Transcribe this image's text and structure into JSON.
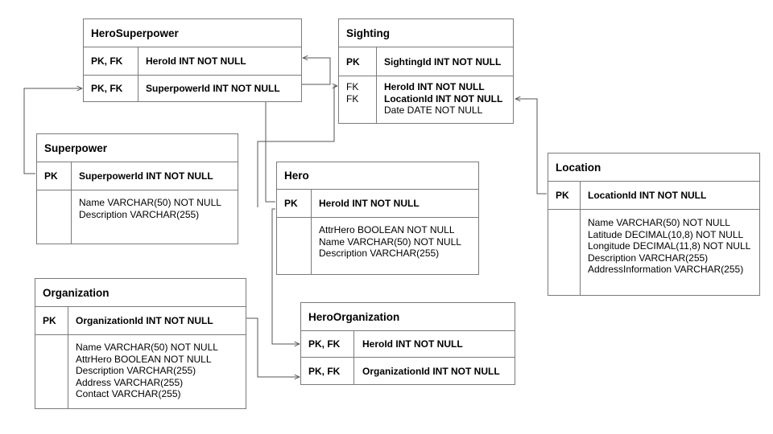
{
  "tables": {
    "hero_superpower": {
      "title": "HeroSuperpower",
      "rows": [
        {
          "key": "PK, FK",
          "field": "HeroId INT NOT NULL"
        },
        {
          "key": "PK, FK",
          "field": "SuperpowerId INT NOT NULL"
        }
      ]
    },
    "sighting": {
      "title": "Sighting",
      "pk_key": "PK",
      "pk_field": "SightingId INT NOT NULL",
      "fk_keys": [
        "FK",
        "FK"
      ],
      "fields": [
        "HeroId INT NOT NULL",
        "LocationId INT NOT NULL",
        "Date DATE NOT NULL"
      ]
    },
    "superpower": {
      "title": "Superpower",
      "pk_key": "PK",
      "pk_field": "SuperpowerId INT NOT NULL",
      "fields": [
        "Name VARCHAR(50) NOT NULL",
        "Description VARCHAR(255)"
      ]
    },
    "hero": {
      "title": "Hero",
      "pk_key": "PK",
      "pk_field": "HeroId INT NOT NULL",
      "fields": [
        "AttrHero BOOLEAN NOT NULL",
        "Name VARCHAR(50) NOT NULL",
        "Description VARCHAR(255)"
      ]
    },
    "location": {
      "title": "Location",
      "pk_key": "PK",
      "pk_field": "LocationId INT NOT NULL",
      "fields": [
        "Name VARCHAR(50) NOT NULL",
        "Latitude DECIMAL(10,8) NOT NULL",
        "Longitude DECIMAL(11,8) NOT NULL",
        "Description VARCHAR(255)",
        "AddressInformation VARCHAR(255)"
      ]
    },
    "organization": {
      "title": "Organization",
      "pk_key": "PK",
      "pk_field": "OrganizationId INT NOT NULL",
      "fields": [
        "Name VARCHAR(50) NOT NULL",
        "AttrHero BOOLEAN NOT NULL",
        "Description VARCHAR(255)",
        "Address VARCHAR(255)",
        "Contact VARCHAR(255)"
      ]
    },
    "hero_organization": {
      "title": "HeroOrganization",
      "rows": [
        {
          "key": "PK, FK",
          "field": "HeroId INT NOT NULL"
        },
        {
          "key": "PK, FK",
          "field": "OrganizationId INT NOT NULL"
        }
      ]
    }
  },
  "colors": {
    "border": "#7a7a7a",
    "line": "#555555"
  }
}
